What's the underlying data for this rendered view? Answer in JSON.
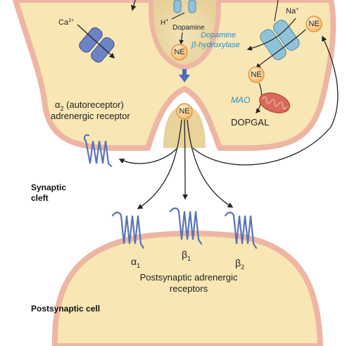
{
  "labels": {
    "ca": "Ca",
    "ca_sup": "2+",
    "na": "Na",
    "na_sup": "+",
    "h": "H",
    "h_sup": "+",
    "dopamine": "Dopamine",
    "enzyme_line1": "Dopamine",
    "enzyme_line2": "β-hydroxylase",
    "mao": "MAO",
    "dopgal": "DOPGAL",
    "alpha2_greek": "α",
    "alpha2_sub": "2",
    "alpha2_rest": " (autoreceptor)",
    "alpha2_line2": "adrenergic receptor",
    "synaptic_line1": "Synaptic",
    "synaptic_line2": "cleft",
    "alpha1_greek": "α",
    "alpha1_sub": "1",
    "beta1_greek": "β",
    "beta1_sub": "1",
    "beta2_greek": "β",
    "beta2_sub": "2",
    "post_line1": "Postsynaptic adrenergic",
    "post_line2": "receptors",
    "postsynaptic_cell": "Postsynaptic cell"
  },
  "molecules": {
    "ne": "NE"
  },
  "colors": {
    "cell_fill": "#f8e6b4",
    "cell_border": "#edb6a3",
    "vesicle_fill": "#efddb0",
    "ne_fill": "#fcd9a0",
    "ne_stroke": "#d98c3a",
    "receptor": "#5a74b5",
    "ca_channel": "#6c83c6",
    "na_channel": "#8fc3d8",
    "mito": "#d86a5a",
    "release_arrow": "#4b6cc2",
    "enzyme_text": "#2a8fc4"
  }
}
